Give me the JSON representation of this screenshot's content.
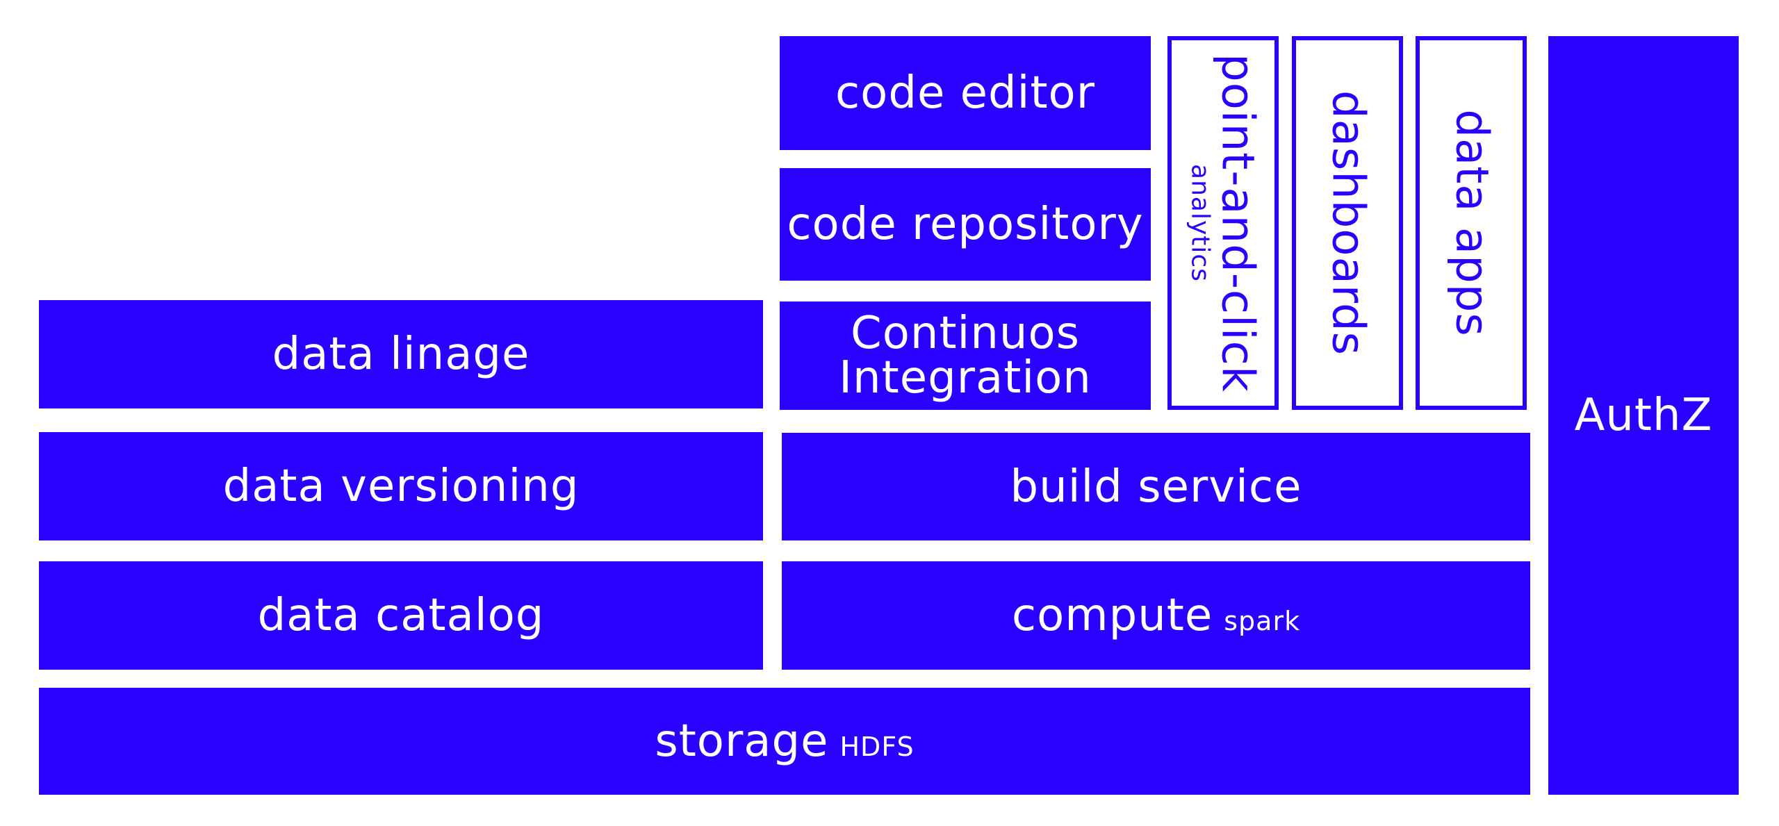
{
  "colors": {
    "block_fill": "#2a00ff",
    "block_text": "#ffffff",
    "outline_text": "#2a00ff",
    "background": "#ffffff"
  },
  "blocks": {
    "code_editor": "code editor",
    "code_repository": "code repository",
    "continuous_integration": {
      "line1": "Continuos",
      "line2": "Integration"
    },
    "point_and_click": {
      "label": "point-and-click",
      "sublabel": "analytics"
    },
    "dashboards": "dashboards",
    "data_apps": "data apps",
    "authz": "AuthZ",
    "data_linage": "data linage",
    "data_versioning": "data versioning",
    "build_service": "build service",
    "data_catalog": "data catalog",
    "compute": {
      "label": "compute",
      "sublabel": "spark"
    },
    "storage": {
      "label": "storage",
      "sublabel": "HDFS"
    }
  }
}
